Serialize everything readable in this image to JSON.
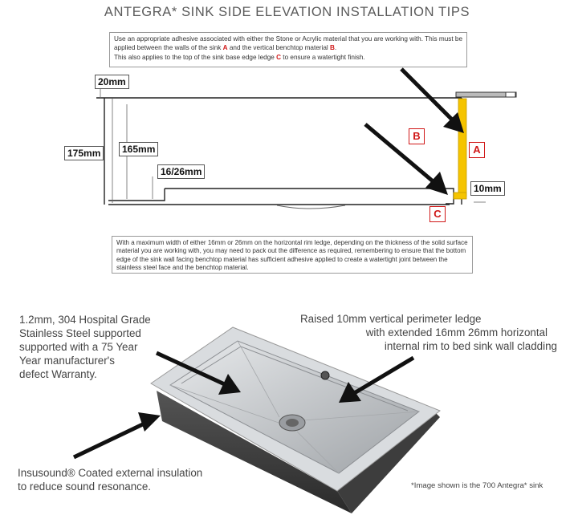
{
  "title": "ANTEGRA* SINK SIDE ELEVATION INSTALLATION TIPS",
  "top_note": {
    "line1_pre": "Use an appropriate adhesive associated with either the Stone or Acrylic material that you are working with. This must be applied between the walls of the sink ",
    "a": "A",
    "line1_mid": " and the vertical benchtop material ",
    "b": "B",
    "line1_end": ".",
    "line2_pre": "This also applies to the top of the sink base edge ledge ",
    "c": "C",
    "line2_end": " to ensure a watertight finish."
  },
  "dimensions": {
    "d20": "20mm",
    "d175": "175mm",
    "d165": "165mm",
    "d16_26": "16/26mm",
    "d10": "10mm"
  },
  "letters": {
    "a": "A",
    "b": "B",
    "c": "C"
  },
  "bottom_note": "With a maximum width of either 16mm or 26mm on the horizontal rim ledge, depending on the thickness of the solid surface material you are working with, you may need to pack out the difference as required, remembering to ensure that the bottom edge of the sink wall facing benchtop material has sufficient adhesive applied to create a watertight joint between the stainless steel face and the benchtop material.",
  "callouts": {
    "steel": [
      "1.2mm, 304 Hospital Grade",
      "Stainless Steel supported",
      "supported with a 75 Year",
      "Year manufacturer's",
      "defect Warranty."
    ],
    "ledge": [
      "Raised 10mm vertical perimeter ledge",
      "with extended 16mm 26mm horizontal",
      "internal rim to bed sink wall cladding"
    ],
    "insulation": [
      "Insusound® Coated external insulation",
      "to reduce sound resonance."
    ]
  },
  "footnote": "*Image shown is the 700 Antegra* sink",
  "colors": {
    "accent_red": "#d01818",
    "adhesive_yellow": "#f5c400",
    "steel": "#b9bcc0"
  }
}
